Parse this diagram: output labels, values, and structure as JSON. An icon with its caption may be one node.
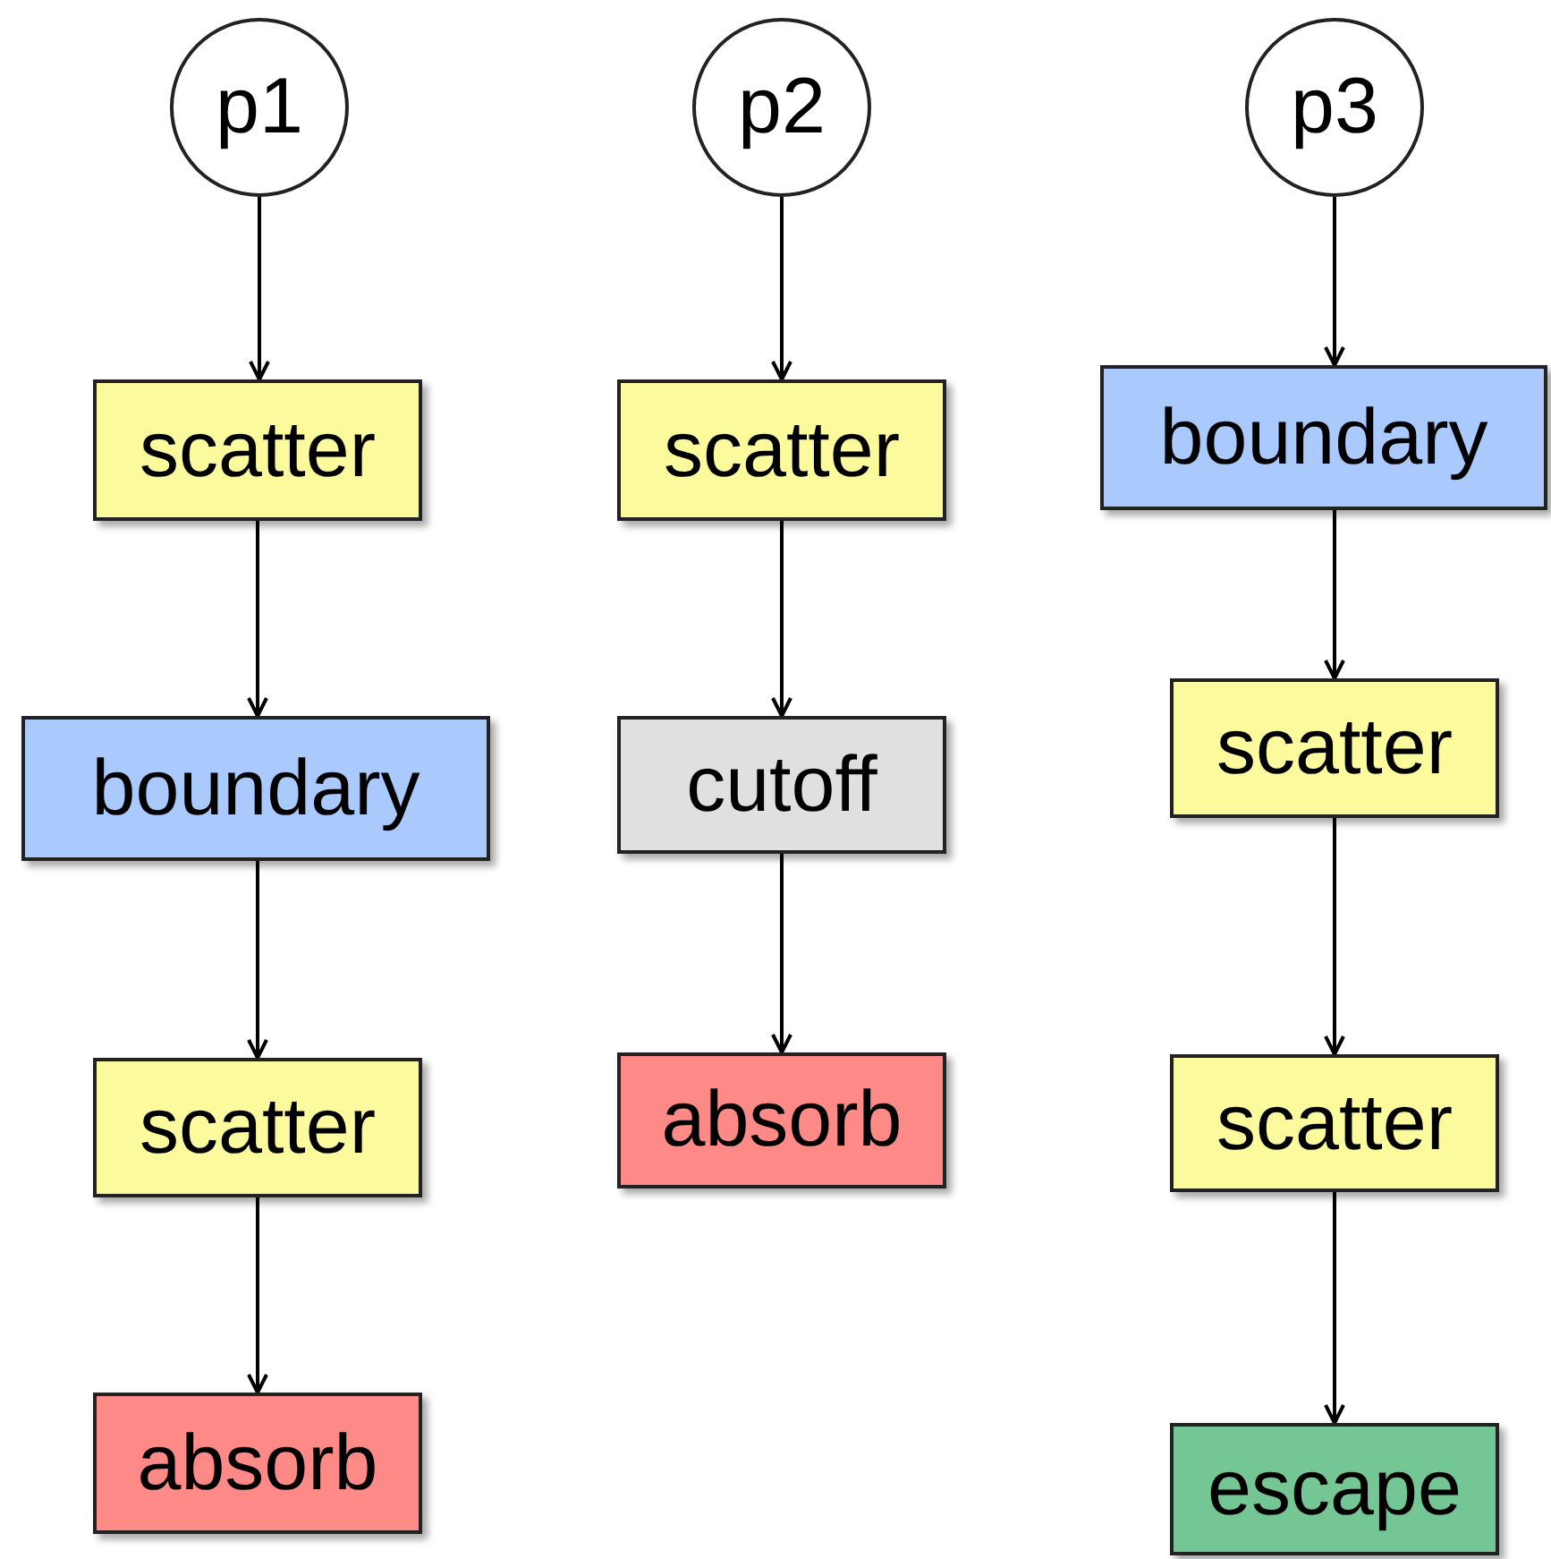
{
  "diagram": {
    "nodes": [
      {
        "text": [
          "p1"
        ]
      },
      {
        "text": [
          "scatter"
        ]
      },
      {
        "text": [
          "boundary"
        ]
      },
      {
        "text": [
          "scatter"
        ]
      },
      {
        "text": [
          "absorb"
        ]
      },
      {
        "text": [
          "p2"
        ]
      },
      {
        "text": [
          "scatter"
        ]
      },
      {
        "text": [
          "cutoff"
        ]
      },
      {
        "text": [
          "absorb"
        ]
      },
      {
        "text": [
          "p3"
        ]
      },
      {
        "text": [
          "boundary"
        ]
      },
      {
        "text": [
          "scatter"
        ]
      },
      {
        "text": [
          "scatter"
        ]
      },
      {
        "text": [
          "escape"
        ]
      }
    ],
    "edges": [
      {
        "from": 0,
        "to": 1,
        "arrow": "to"
      },
      {
        "from": 1,
        "to": 2,
        "arrow": "to"
      },
      {
        "from": 2,
        "to": 3,
        "arrow": "to"
      },
      {
        "from": 3,
        "to": 4,
        "arrow": "to"
      },
      {
        "from": 5,
        "to": 6,
        "arrow": "to"
      },
      {
        "from": 6,
        "to": 7,
        "arrow": "to"
      },
      {
        "from": 7,
        "to": 8,
        "arrow": "to"
      },
      {
        "from": 9,
        "to": 10,
        "arrow": "to"
      },
      {
        "from": 10,
        "to": 11,
        "arrow": "to"
      },
      {
        "from": 11,
        "to": 12,
        "arrow": "to"
      },
      {
        "from": 12,
        "to": 13,
        "arrow": "to"
      }
    ]
  }
}
